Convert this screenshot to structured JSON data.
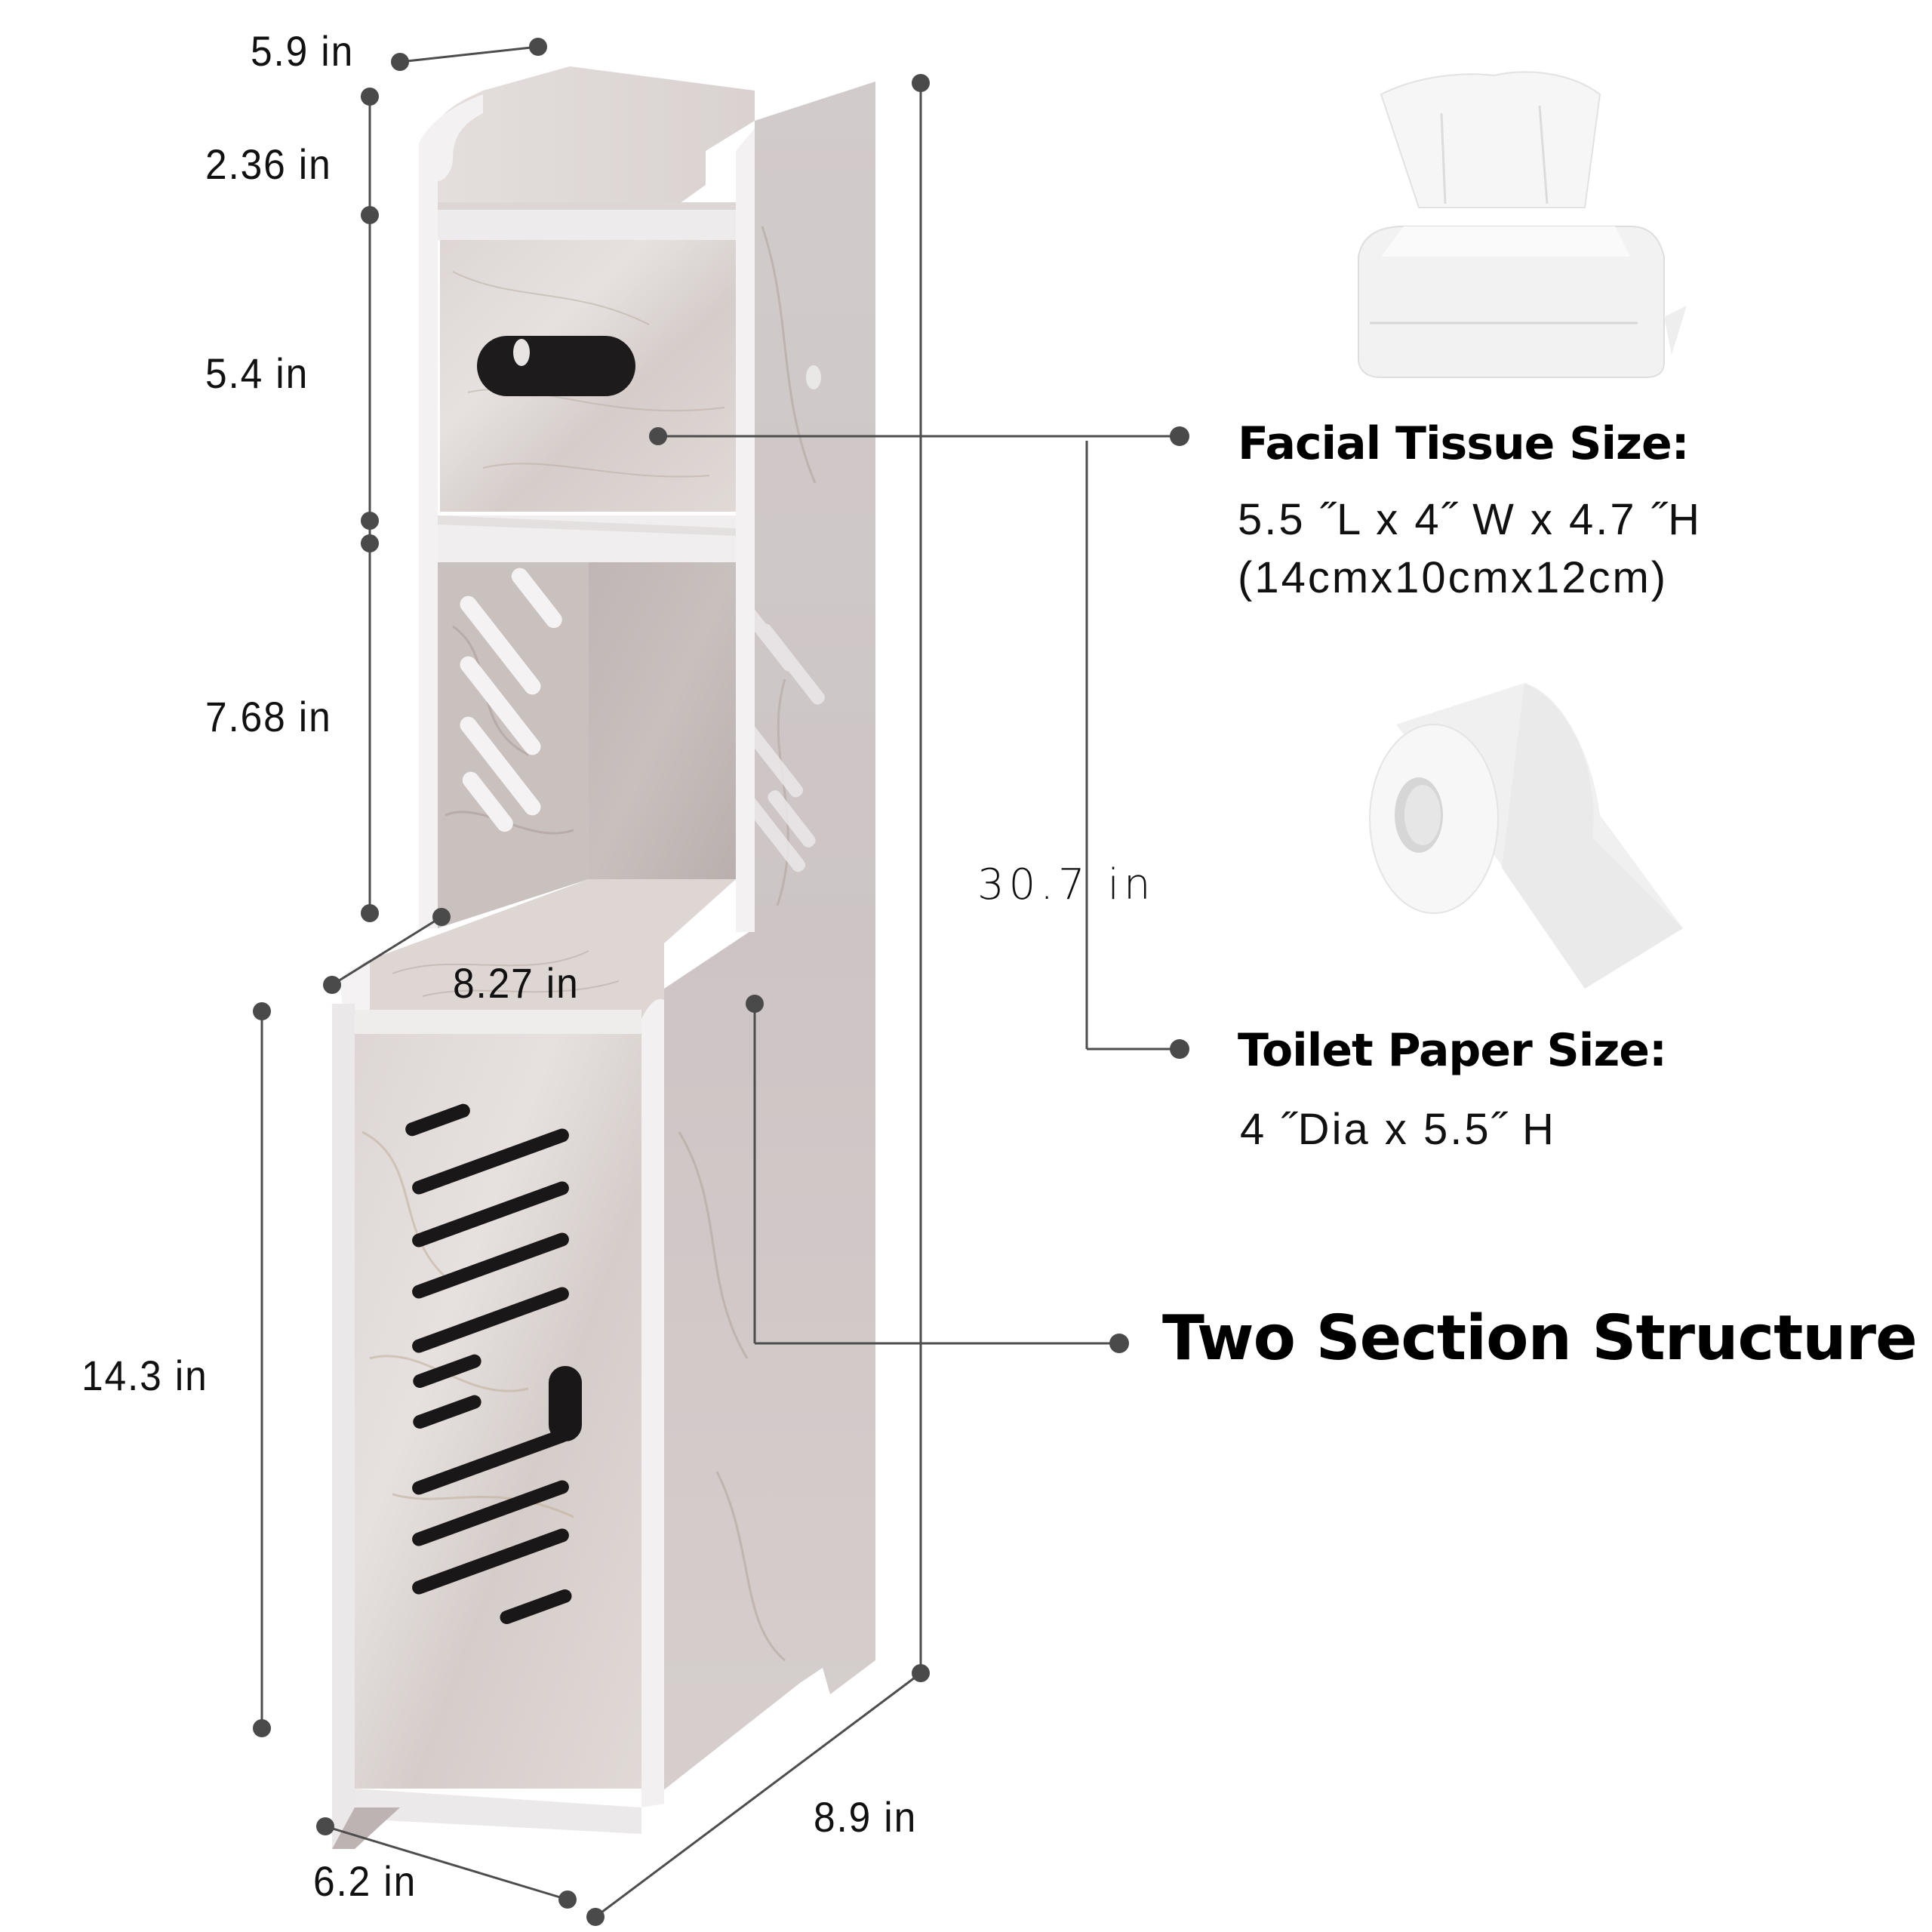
{
  "product": {
    "name": "Marble-pattern slim bathroom storage cabinet",
    "marble_base_color": "#d9d3d3",
    "marble_vein_color": "#a99a8e",
    "edge_color": "#f4f2f3",
    "slot_color": "#1a1718"
  },
  "dimensions": {
    "top_depth": "5.9 in",
    "top_rail_height": "2.36 in",
    "tissue_box_height": "5.4 in",
    "open_shelf_height": "7.68 in",
    "step_shelf_depth": "8.27 in",
    "total_height": "30.7 in",
    "lower_cabinet_height": "14.3 in",
    "base_width": "6.2 in",
    "base_depth": "8.9 in"
  },
  "callouts": {
    "facial_tissue": {
      "title": "Facial Tissue Size:",
      "size_in": "5.5 ˝L x 4˝ W x 4.7 ˝H",
      "size_cm": "(14cmx10cmx12cm)"
    },
    "toilet_paper": {
      "title": "Toilet Paper Size:",
      "size_in": "4 ˝Dia x 5.5˝ H"
    },
    "structure": {
      "title": "Two Section Structure"
    }
  },
  "colors": {
    "dimension_line": "#4d4d4d",
    "dot": "#4a4a4a",
    "text": "#000000"
  }
}
